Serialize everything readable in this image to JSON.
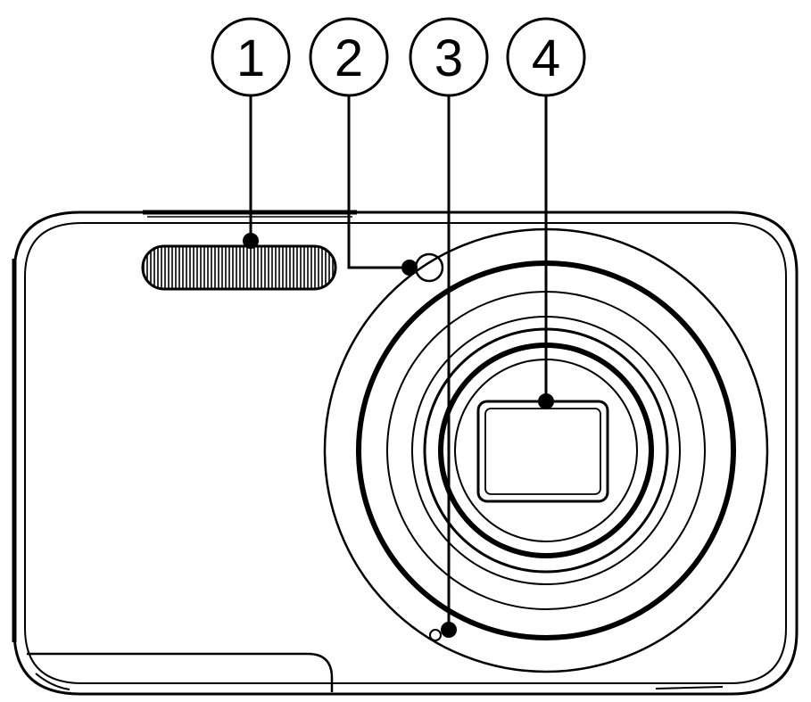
{
  "colors": {
    "stroke": "#000000",
    "background": "#ffffff",
    "grille_fill": "#555555"
  },
  "callouts": [
    {
      "number": "1"
    },
    {
      "number": "2"
    },
    {
      "number": "3"
    },
    {
      "number": "4"
    }
  ]
}
